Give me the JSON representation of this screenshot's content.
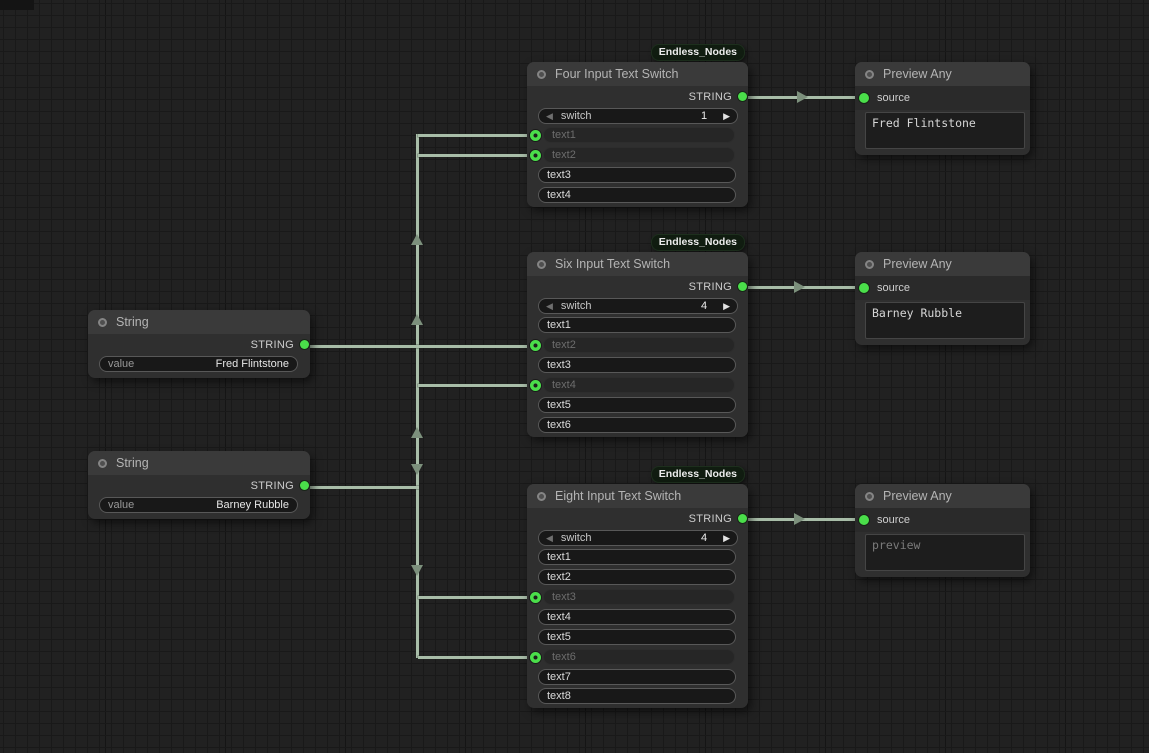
{
  "colors": {
    "accent_green": "#4ade4a",
    "wire": "#a8bda8",
    "canvas_bg": "#212121"
  },
  "nodes": {
    "string_1": {
      "title": "String",
      "output": "STRING",
      "value_label": "value",
      "value": "Fred Flintstone"
    },
    "string_2": {
      "title": "String",
      "output": "STRING",
      "value_label": "value",
      "value": "Barney Rubble"
    },
    "four_switch": {
      "badge": "Endless_Nodes",
      "title": "Four Input Text Switch",
      "output": "STRING",
      "switch_label": "switch",
      "switch_value": "1",
      "arrow_left": "◀",
      "arrow_right": "▶",
      "inputs": [
        "text1",
        "text2",
        "text3",
        "text4"
      ]
    },
    "six_switch": {
      "badge": "Endless_Nodes",
      "title": "Six Input Text Switch",
      "output": "STRING",
      "switch_label": "switch",
      "switch_value": "4",
      "arrow_left": "◀",
      "arrow_right": "▶",
      "inputs": [
        "text1",
        "text2",
        "text3",
        "text4",
        "text5",
        "text6"
      ]
    },
    "eight_switch": {
      "badge": "Endless_Nodes",
      "title": "Eight Input Text Switch",
      "output": "STRING",
      "switch_label": "switch",
      "switch_value": "4",
      "arrow_left": "◀",
      "arrow_right": "▶",
      "inputs": [
        "text1",
        "text2",
        "text3",
        "text4",
        "text5",
        "text6",
        "text7",
        "text8"
      ]
    },
    "preview_1": {
      "title": "Preview Any",
      "input": "source",
      "text": "Fred Flintstone"
    },
    "preview_2": {
      "title": "Preview Any",
      "input": "source",
      "text": "Barney Rubble"
    },
    "preview_3": {
      "title": "Preview Any",
      "input": "source",
      "text": "preview"
    }
  }
}
